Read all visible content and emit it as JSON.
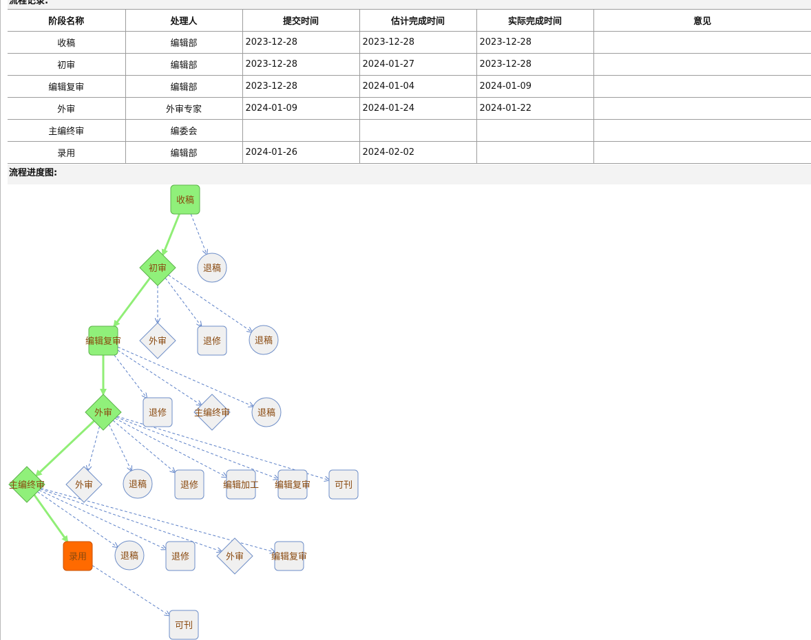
{
  "top_section": {
    "title": "流程记录:"
  },
  "table": {
    "headers": [
      "阶段名称",
      "处理人",
      "提交时间",
      "估计完成时间",
      "实际完成时间",
      "意见"
    ],
    "rows": [
      [
        "收稿",
        "编辑部",
        "2023-12-28",
        "2023-12-28",
        "2023-12-28",
        ""
      ],
      [
        "初审",
        "编辑部",
        "2023-12-28",
        "2024-01-27",
        "2023-12-28",
        ""
      ],
      [
        "编辑复审",
        "编辑部",
        "2023-12-28",
        "2024-01-04",
        "2024-01-09",
        ""
      ],
      [
        "外审",
        "外审专家",
        "2024-01-09",
        "2024-01-24",
        "2024-01-22",
        ""
      ],
      [
        "主编终审",
        "编委会",
        "",
        "",
        "",
        ""
      ],
      [
        "录用",
        "编辑部",
        "2024-01-26",
        "2024-02-02",
        "",
        ""
      ]
    ]
  },
  "flow_section": {
    "title": "流程进度图:"
  },
  "flow": {
    "colors": {
      "done_fill": "#90f07a",
      "done_stroke": "#5bb24a",
      "current_fill": "#ff6a00",
      "current_stroke": "#c85000",
      "option_fill": "#f0f0f0",
      "option_stroke": "#6e8ec8",
      "path_edge": "#90ee76",
      "option_edge": "#5a7fc7",
      "label": "#8a4a10"
    },
    "nodes": [
      {
        "id": "n1",
        "label": "收稿",
        "shape": "rect",
        "state": "done"
      },
      {
        "id": "n2",
        "label": "退稿",
        "shape": "circle",
        "state": "option"
      },
      {
        "id": "n3",
        "label": "初审",
        "shape": "diamond",
        "state": "done"
      },
      {
        "id": "n4",
        "label": "编辑复审",
        "shape": "rect",
        "state": "done"
      },
      {
        "id": "n5",
        "label": "外审",
        "shape": "diamond",
        "state": "option"
      },
      {
        "id": "n6",
        "label": "退修",
        "shape": "rect",
        "state": "option"
      },
      {
        "id": "n7",
        "label": "退稿",
        "shape": "circle",
        "state": "option"
      },
      {
        "id": "n8",
        "label": "外审",
        "shape": "diamond",
        "state": "done"
      },
      {
        "id": "n9",
        "label": "退修",
        "shape": "rect",
        "state": "option"
      },
      {
        "id": "n10",
        "label": "主编终审",
        "shape": "diamond",
        "state": "option"
      },
      {
        "id": "n11",
        "label": "退稿",
        "shape": "circle",
        "state": "option"
      },
      {
        "id": "n12",
        "label": "主编终审",
        "shape": "diamond",
        "state": "done"
      },
      {
        "id": "n13",
        "label": "外审",
        "shape": "diamond",
        "state": "option"
      },
      {
        "id": "n14",
        "label": "退稿",
        "shape": "circle",
        "state": "option"
      },
      {
        "id": "n15",
        "label": "退修",
        "shape": "rect",
        "state": "option"
      },
      {
        "id": "n16",
        "label": "编辑加工",
        "shape": "rect",
        "state": "option"
      },
      {
        "id": "n17",
        "label": "编辑复审",
        "shape": "rect",
        "state": "option"
      },
      {
        "id": "n18",
        "label": "可刊",
        "shape": "rect",
        "state": "option"
      },
      {
        "id": "n19",
        "label": "录用",
        "shape": "rect",
        "state": "current"
      },
      {
        "id": "n20",
        "label": "退稿",
        "shape": "circle",
        "state": "option"
      },
      {
        "id": "n21",
        "label": "退修",
        "shape": "rect",
        "state": "option"
      },
      {
        "id": "n22",
        "label": "外审",
        "shape": "diamond",
        "state": "option"
      },
      {
        "id": "n23",
        "label": "编辑复审",
        "shape": "rect",
        "state": "option"
      },
      {
        "id": "n24",
        "label": "可刊",
        "shape": "rect",
        "state": "option"
      }
    ],
    "edges": [
      {
        "from": "n1",
        "to": "n3",
        "type": "path"
      },
      {
        "from": "n1",
        "to": "n2",
        "type": "option"
      },
      {
        "from": "n3",
        "to": "n4",
        "type": "path"
      },
      {
        "from": "n3",
        "to": "n5",
        "type": "option"
      },
      {
        "from": "n3",
        "to": "n6",
        "type": "option"
      },
      {
        "from": "n3",
        "to": "n7",
        "type": "option"
      },
      {
        "from": "n4",
        "to": "n8",
        "type": "path"
      },
      {
        "from": "n4",
        "to": "n9",
        "type": "option"
      },
      {
        "from": "n4",
        "to": "n10",
        "type": "option"
      },
      {
        "from": "n4",
        "to": "n11",
        "type": "option"
      },
      {
        "from": "n8",
        "to": "n12",
        "type": "path"
      },
      {
        "from": "n8",
        "to": "n13",
        "type": "option"
      },
      {
        "from": "n8",
        "to": "n14",
        "type": "option"
      },
      {
        "from": "n8",
        "to": "n15",
        "type": "option"
      },
      {
        "from": "n8",
        "to": "n16",
        "type": "option"
      },
      {
        "from": "n8",
        "to": "n17",
        "type": "option"
      },
      {
        "from": "n8",
        "to": "n18",
        "type": "option"
      },
      {
        "from": "n12",
        "to": "n19",
        "type": "path"
      },
      {
        "from": "n12",
        "to": "n20",
        "type": "option"
      },
      {
        "from": "n12",
        "to": "n21",
        "type": "option"
      },
      {
        "from": "n12",
        "to": "n22",
        "type": "option"
      },
      {
        "from": "n12",
        "to": "n23",
        "type": "option"
      },
      {
        "from": "n19",
        "to": "n24",
        "type": "option"
      }
    ]
  }
}
